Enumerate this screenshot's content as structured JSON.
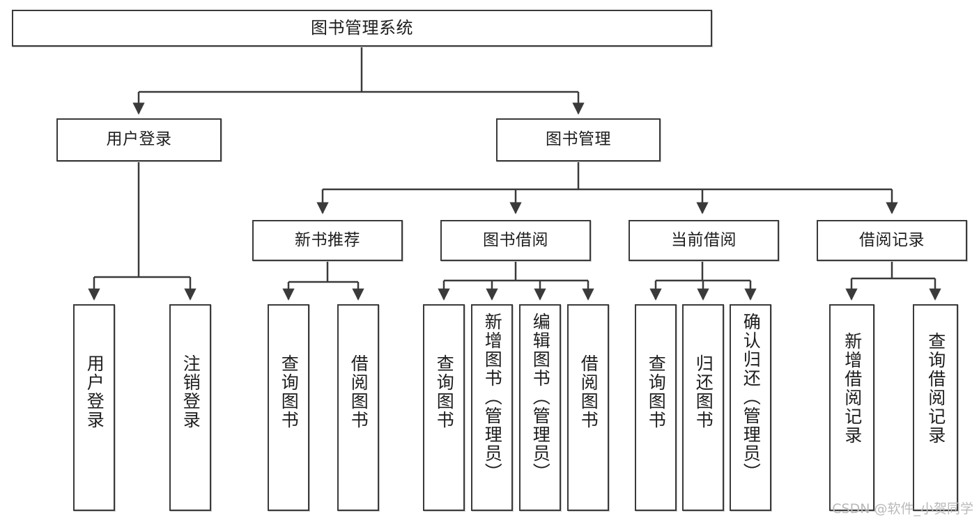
{
  "diagram": {
    "title": "图书管理系统",
    "type": "tree-hierarchy",
    "watermark": "CSDN @软件_小贺同学",
    "colors": {
      "border": "#3a3a3a",
      "background": "#ffffff",
      "text": "#1d1d1d",
      "edge": "#3a3a3a",
      "watermark": "#b9b9b9"
    }
  },
  "nodes": {
    "root": {
      "label": "图书管理系统"
    },
    "level2": [
      {
        "id": "user-login",
        "label": "用户登录"
      },
      {
        "id": "book-manage",
        "label": "图书管理"
      }
    ],
    "level3": [
      {
        "id": "new-book-recommend",
        "label": "新书推荐"
      },
      {
        "id": "book-borrow",
        "label": "图书借阅"
      },
      {
        "id": "current-borrow",
        "label": "当前借阅"
      },
      {
        "id": "borrow-record",
        "label": "借阅记录"
      }
    ],
    "leaves": {
      "user_login": [
        {
          "id": "leaf-user-login",
          "label": "用户登录"
        },
        {
          "id": "leaf-logout-login",
          "label": "注销登录"
        }
      ],
      "new_book_recommend": [
        {
          "id": "leaf-query-book-1",
          "label": "查询图书"
        },
        {
          "id": "leaf-borrow-book-1",
          "label": "借阅图书"
        }
      ],
      "book_borrow": [
        {
          "id": "leaf-query-book-2",
          "label": "查询图书"
        },
        {
          "id": "leaf-add-book",
          "label": "新增图书（管理员）"
        },
        {
          "id": "leaf-edit-book",
          "label": "编辑图书（管理员）"
        },
        {
          "id": "leaf-borrow-book-2",
          "label": "借阅图书"
        }
      ],
      "current_borrow": [
        {
          "id": "leaf-query-book-3",
          "label": "查询图书"
        },
        {
          "id": "leaf-return-book",
          "label": "归还图书"
        },
        {
          "id": "leaf-confirm-return",
          "label": "确认归还（管理员）"
        }
      ],
      "borrow_record": [
        {
          "id": "leaf-add-record",
          "label": "新增借阅记录"
        },
        {
          "id": "leaf-query-record",
          "label": "查询借阅记录"
        }
      ]
    }
  }
}
